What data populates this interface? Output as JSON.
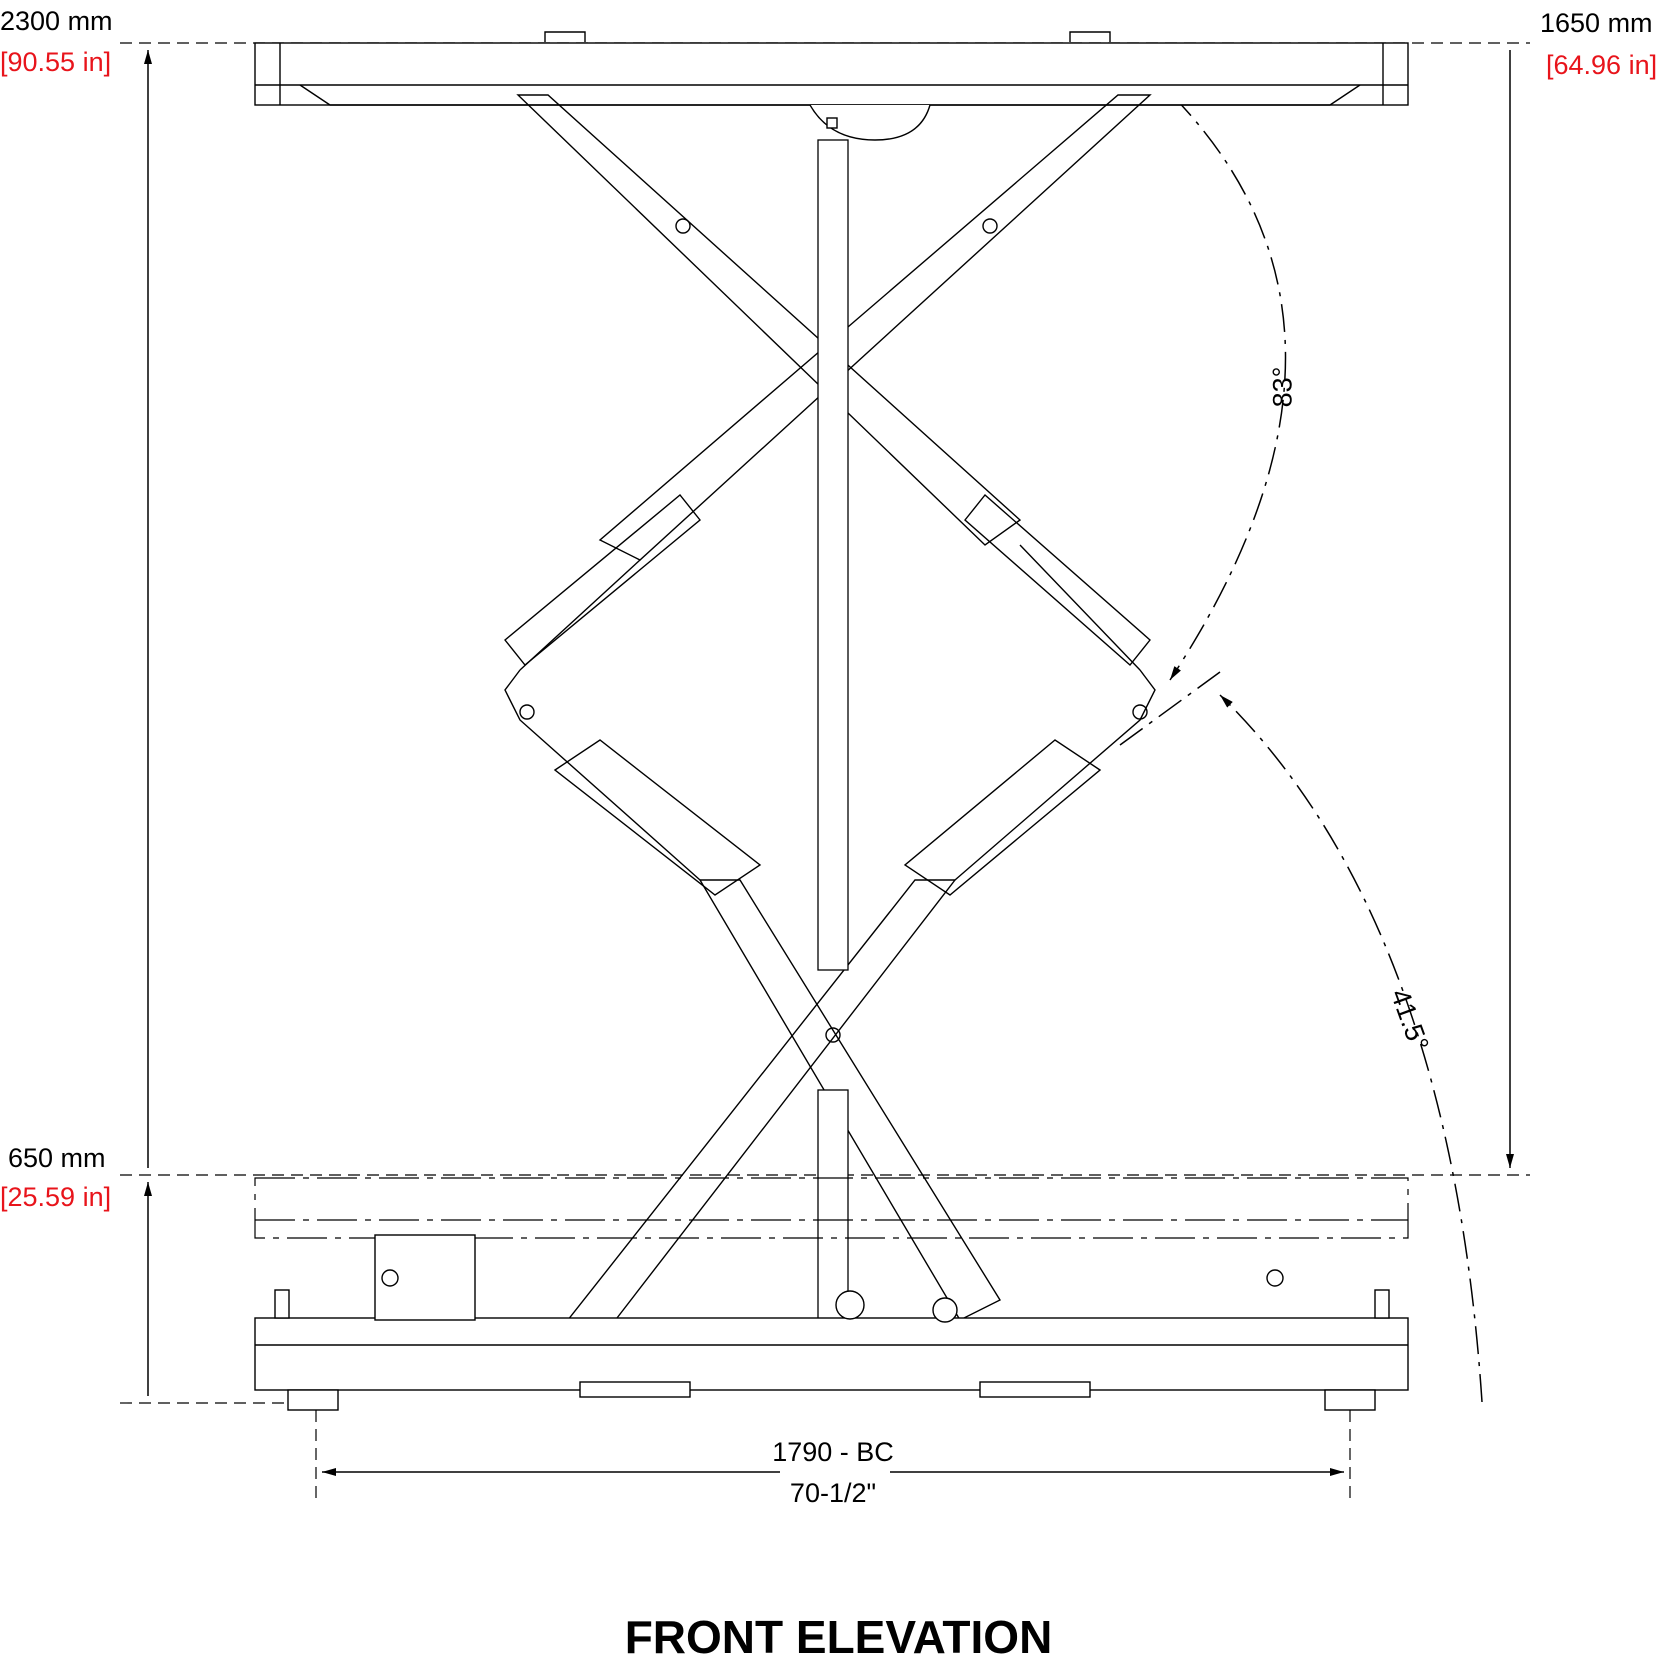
{
  "dimensions": {
    "left_top_mm": "2300 mm",
    "left_top_in": "[90.55 in]",
    "right_top_mm": "1650 mm",
    "right_top_in": "[64.96 in]",
    "left_bottom_mm": "650 mm",
    "left_bottom_in": "[25.59 in]",
    "base_metric": "1790 - BC",
    "base_imperial": "70-1/2\""
  },
  "angles": {
    "upper": "83°",
    "lower": "41.5°"
  },
  "title": "FRONT ELEVATION",
  "colors": {
    "line": "#000000",
    "imperial_text": "#e8141b"
  }
}
